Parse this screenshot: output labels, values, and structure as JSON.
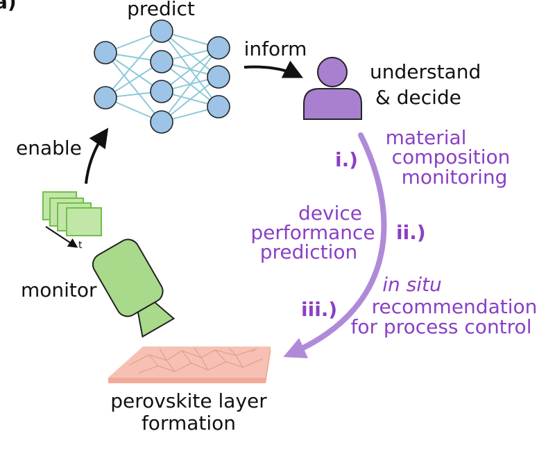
{
  "panel_label": "a)",
  "steps": {
    "predict": "predict",
    "inform": "inform",
    "understand_line1": "understand",
    "understand_line2": "& decide",
    "enable": "enable",
    "monitor": "monitor",
    "time_axis": "t"
  },
  "applications": [
    {
      "numeral": "i.)",
      "lines": [
        "material",
        "composition",
        "monitoring"
      ]
    },
    {
      "numeral": "ii.)",
      "lines": [
        "device",
        "performance",
        "prediction"
      ]
    },
    {
      "numeral": "iii.)",
      "lines_italic": [
        "in situ"
      ],
      "lines": [
        "recommendation",
        "for process control"
      ]
    }
  ],
  "sample": {
    "line1": "perovskite layer",
    "line2": "formation"
  },
  "colors": {
    "network_node": "#9dc3e6",
    "network_edge": "#8cc9d9",
    "person": "#a97fcf",
    "arc": "#b08ad8",
    "accent_text": "#8a3fc4",
    "camera": "#a9d98a",
    "frames": "#c2e6a8",
    "perovskite": "#f6c1b4"
  },
  "icons": [
    "neural-network-icon",
    "person-icon",
    "camera-icon",
    "video-frames-icon",
    "perovskite-film-icon"
  ]
}
